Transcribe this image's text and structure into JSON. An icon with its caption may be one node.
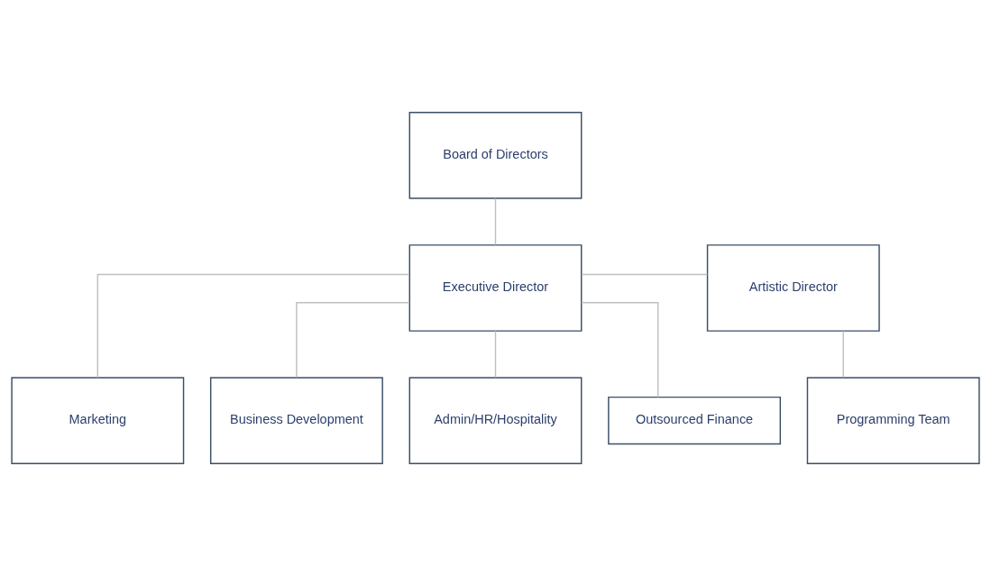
{
  "diagram": {
    "nodes": [
      {
        "text": [
          "Board of Directors"
        ]
      },
      {
        "text": [
          "Executive Director"
        ]
      },
      {
        "text": [
          "Artistic Director"
        ]
      },
      {
        "text": [
          "Marketing"
        ]
      },
      {
        "text": [
          "Business Development"
        ]
      },
      {
        "text": [
          "Admin/HR/Hospitality"
        ]
      },
      {
        "text": [
          "Programming Team"
        ]
      },
      {
        "text": [
          "Outsourced Finance"
        ]
      }
    ],
    "edges": [
      {
        "from": 0,
        "to": 1,
        "arrow": "none"
      },
      {
        "from": 1,
        "to": 2,
        "arrow": "none"
      },
      {
        "from": 1,
        "to": 3,
        "arrow": "none"
      },
      {
        "from": 1,
        "to": 4,
        "arrow": "none"
      },
      {
        "from": 1,
        "to": 5,
        "arrow": "none"
      },
      {
        "from": 2,
        "to": 6,
        "arrow": "none"
      },
      {
        "from": 1,
        "to": 7,
        "arrow": "none"
      }
    ]
  }
}
